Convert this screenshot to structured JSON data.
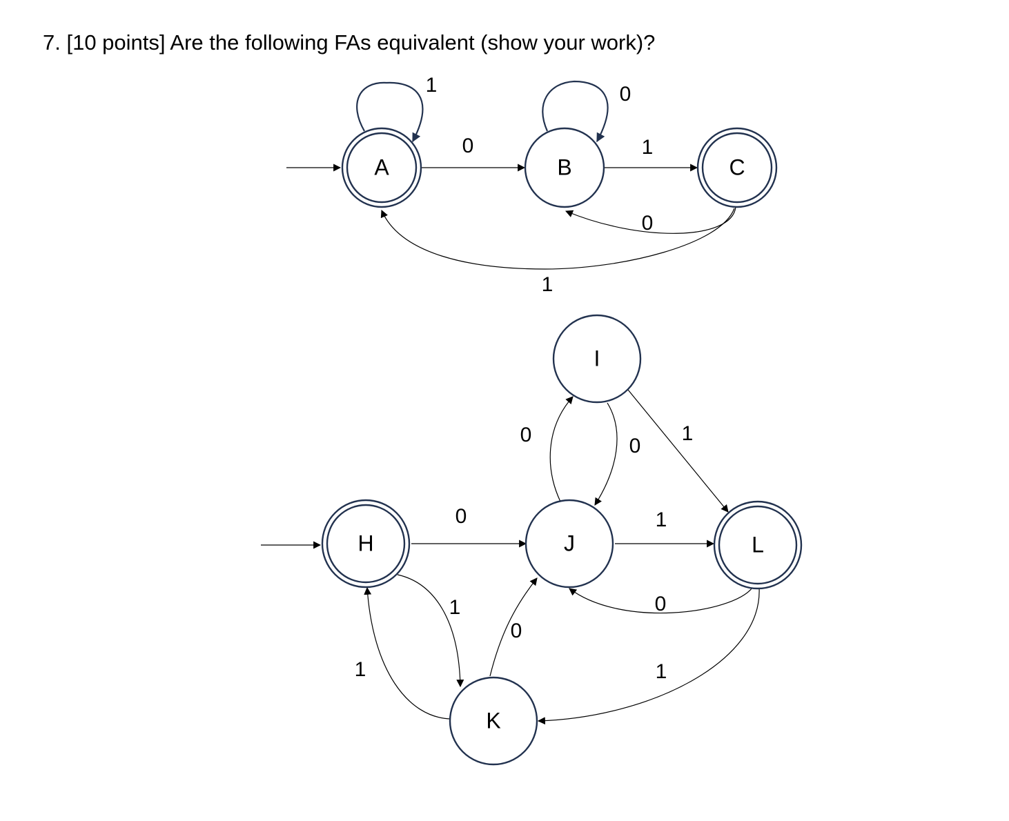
{
  "question": {
    "text": "7. [10 points] Are the following FAs equivalent (show your work)?"
  },
  "colors": {
    "state_border": "#22324f",
    "edge": "#000000",
    "self_loop": "#22324f"
  },
  "automaton_1": {
    "states": [
      {
        "id": "A",
        "label": "A",
        "start": true,
        "accepting": true
      },
      {
        "id": "B",
        "label": "B",
        "start": false,
        "accepting": false
      },
      {
        "id": "C",
        "label": "C",
        "start": false,
        "accepting": true
      }
    ],
    "transitions": [
      {
        "from": "A",
        "to": "A",
        "symbol": "1"
      },
      {
        "from": "A",
        "to": "B",
        "symbol": "0"
      },
      {
        "from": "B",
        "to": "B",
        "symbol": "0"
      },
      {
        "from": "B",
        "to": "C",
        "symbol": "1"
      },
      {
        "from": "C",
        "to": "B",
        "symbol": "0"
      },
      {
        "from": "C",
        "to": "A",
        "symbol": "1"
      }
    ]
  },
  "automaton_2": {
    "states": [
      {
        "id": "H",
        "label": "H",
        "start": true,
        "accepting": true
      },
      {
        "id": "I",
        "label": "I",
        "start": false,
        "accepting": false
      },
      {
        "id": "J",
        "label": "J",
        "start": false,
        "accepting": false
      },
      {
        "id": "K",
        "label": "K",
        "start": false,
        "accepting": false
      },
      {
        "id": "L",
        "label": "L",
        "start": false,
        "accepting": true
      }
    ],
    "transitions": [
      {
        "from": "H",
        "to": "J",
        "symbol": "0"
      },
      {
        "from": "H",
        "to": "K",
        "symbol": "1"
      },
      {
        "from": "K",
        "to": "H",
        "symbol": "1"
      },
      {
        "from": "K",
        "to": "J",
        "symbol": "0"
      },
      {
        "from": "J",
        "to": "I",
        "symbol": "0"
      },
      {
        "from": "I",
        "to": "J",
        "symbol": "0"
      },
      {
        "from": "I",
        "to": "L",
        "symbol": "1"
      },
      {
        "from": "J",
        "to": "L",
        "symbol": "1"
      },
      {
        "from": "L",
        "to": "J",
        "symbol": "0"
      },
      {
        "from": "L",
        "to": "K",
        "symbol": "1"
      }
    ]
  }
}
